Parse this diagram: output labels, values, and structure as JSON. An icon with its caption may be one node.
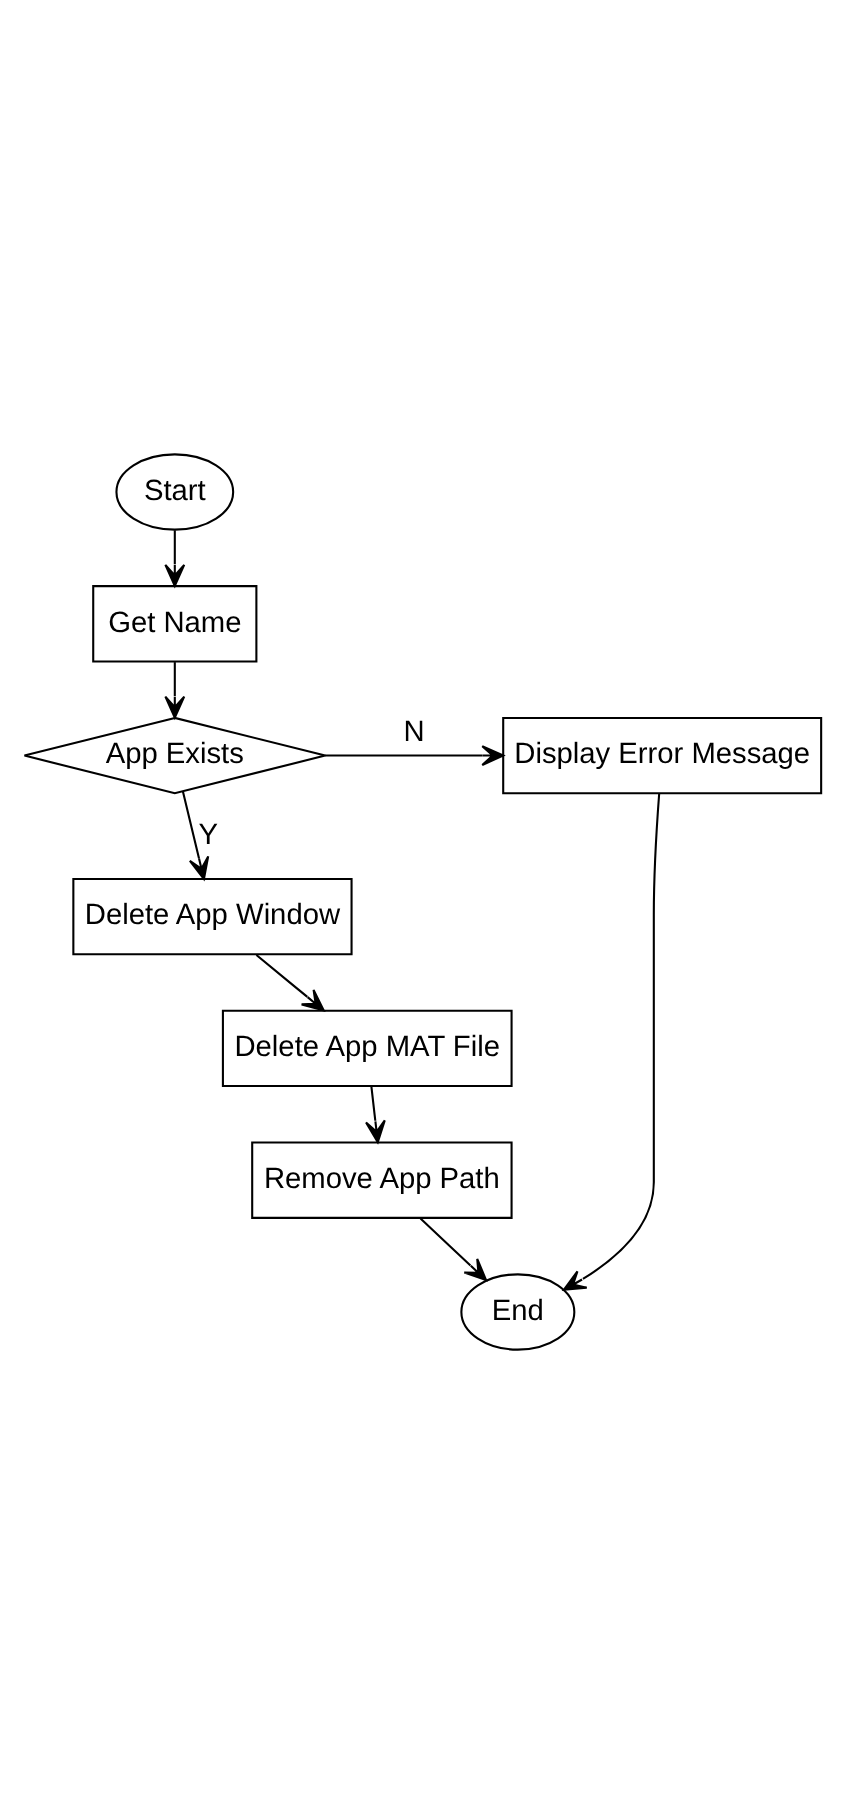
{
  "diagram": {
    "nodes": [
      {
        "text": [
          "Start"
        ]
      },
      {
        "text": [
          "Get Name"
        ]
      },
      {
        "text": [
          "App Exists"
        ]
      },
      {
        "text": [
          "Display Error Message"
        ]
      },
      {
        "text": [
          "Delete App Window"
        ]
      },
      {
        "text": [
          "Delete App MAT File"
        ]
      },
      {
        "text": [
          "Remove App Path"
        ]
      },
      {
        "text": [
          "End"
        ]
      }
    ],
    "edges": [
      {
        "from": 0,
        "to": 1,
        "arrow": "to"
      },
      {
        "from": 1,
        "to": 2,
        "arrow": "to"
      },
      {
        "from": 2,
        "to": 3,
        "arrow": "to",
        "label": "N"
      },
      {
        "from": 2,
        "to": 4,
        "arrow": "to",
        "label": "Y"
      },
      {
        "from": 4,
        "to": 5,
        "arrow": "to"
      },
      {
        "from": 5,
        "to": 6,
        "arrow": "to"
      },
      {
        "from": 6,
        "to": 7,
        "arrow": "to"
      },
      {
        "from": 3,
        "to": 7,
        "arrow": "to"
      }
    ]
  }
}
